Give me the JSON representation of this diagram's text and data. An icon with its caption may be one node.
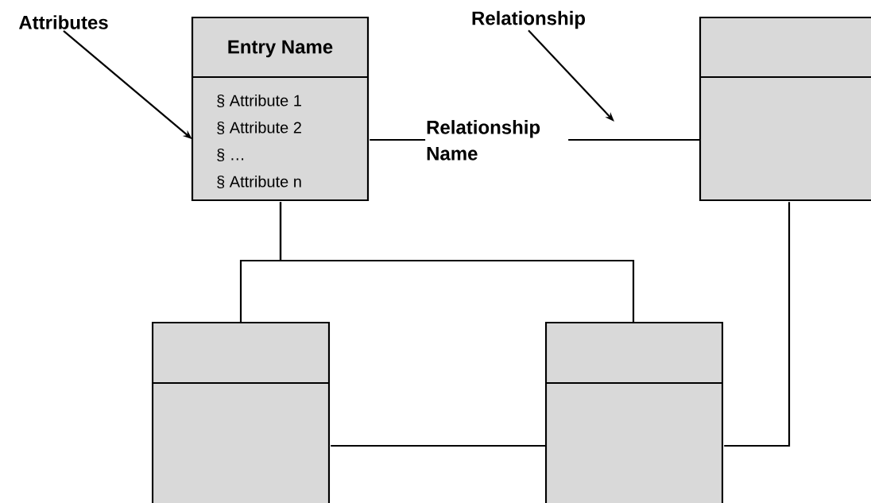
{
  "diagram": {
    "nodes": [
      {
        "text": [
          "Attributes"
        ]
      },
      {
        "text": [
          "Entry Name",
          "§ Attribute 1",
          "§ Attribute 2",
          "§ …",
          "§ Attribute n"
        ]
      },
      {
        "text": [
          "Relationship"
        ]
      },
      {
        "text": [],
        "shape": "box"
      },
      {
        "text": [],
        "shape": "box"
      },
      {
        "text": [],
        "shape": "box"
      }
    ],
    "edges": [
      {
        "from": 0,
        "to": 1,
        "arrow": "to"
      },
      {
        "from": 2,
        "to": null,
        "arrow": "to"
      },
      {
        "from": 1,
        "to": 3,
        "arrow": "none",
        "label": "Relationship Name"
      },
      {
        "from": 1,
        "to": 4,
        "arrow": "none"
      },
      {
        "from": 1,
        "to": 5,
        "arrow": "none"
      },
      {
        "from": 4,
        "to": 5,
        "arrow": "none"
      },
      {
        "from": 5,
        "to": 3,
        "arrow": "none"
      }
    ]
  }
}
